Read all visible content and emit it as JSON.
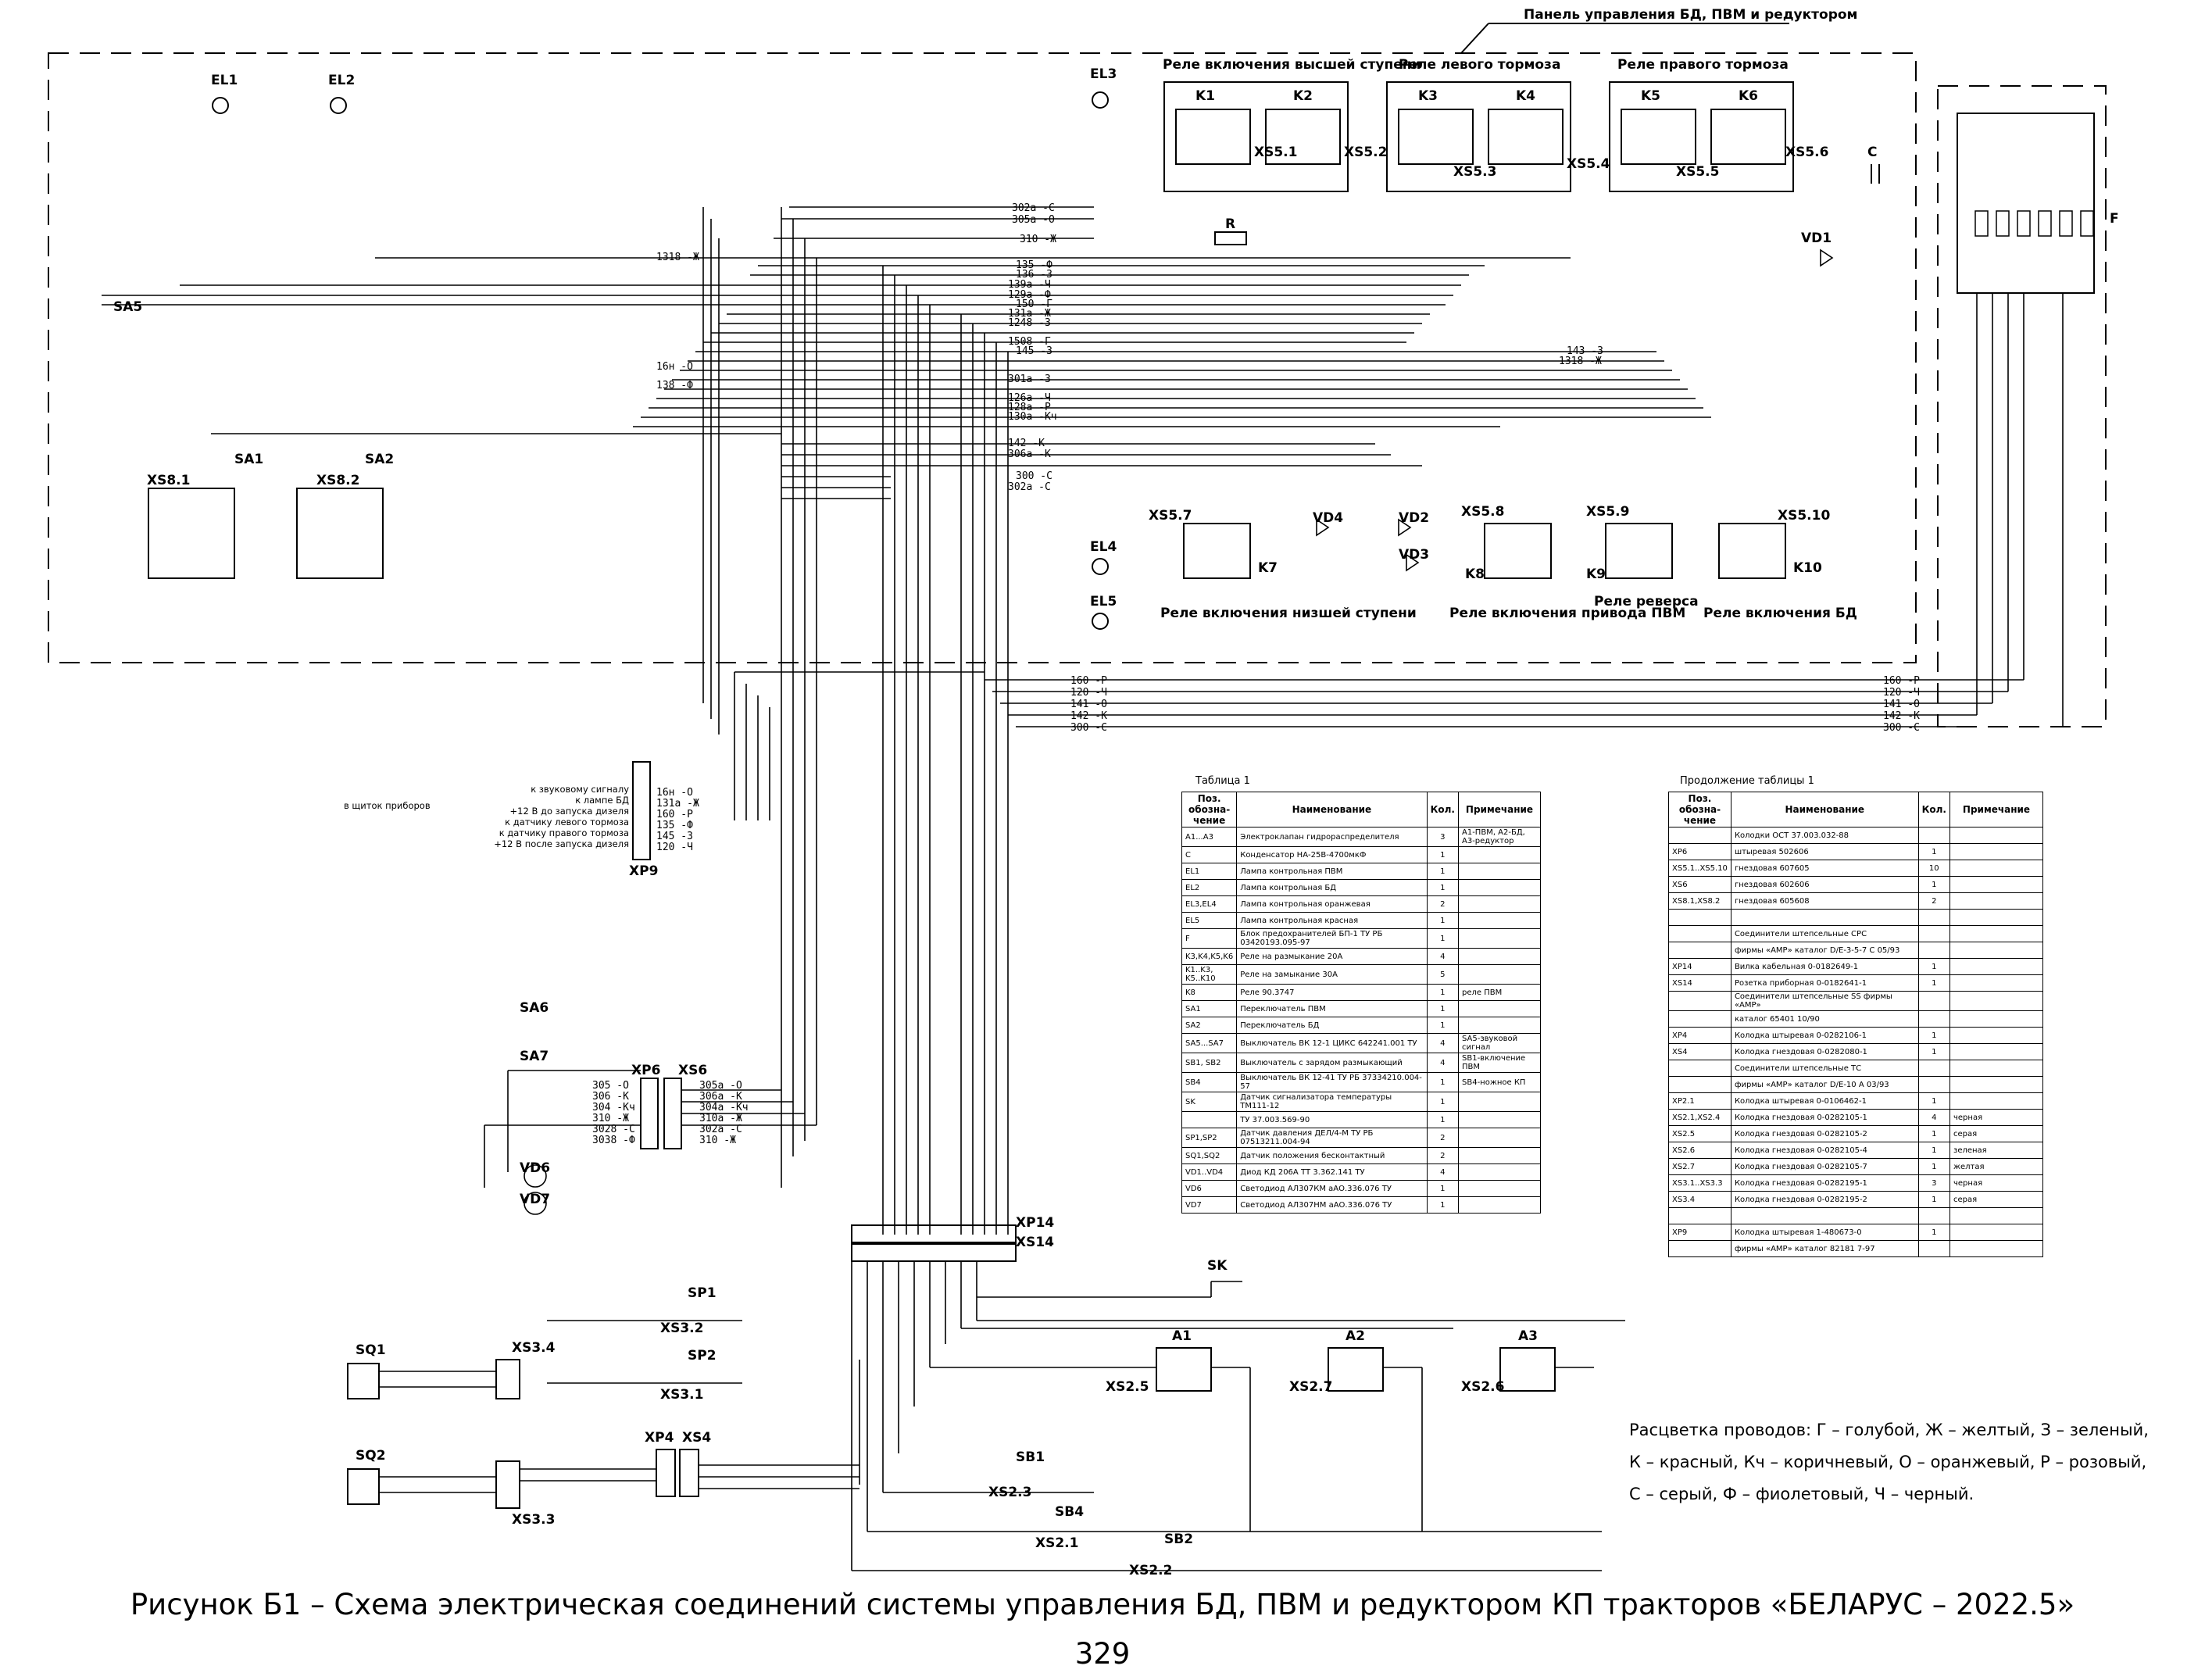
{
  "panel_title": "Панель управления БД, ПВМ и редуктором",
  "relay_groups": [
    "Реле включения высшей ступени",
    "Реле левого тормоза",
    "Реле правого тормоза"
  ],
  "relay_bottom_labels": [
    "Реле включения низшей ступени",
    "Реле включения привода ПВМ",
    "Реле реверса",
    "Реле включения БД"
  ],
  "components": {
    "lamps": [
      "EL1",
      "EL2",
      "EL3",
      "EL4",
      "EL5"
    ],
    "relays": [
      "K1",
      "K2",
      "K3",
      "K4",
      "K5",
      "K6",
      "K7",
      "K8",
      "K9",
      "K10"
    ],
    "relay_sockets": [
      "XS5.1",
      "XS5.2",
      "XS5.3",
      "XS5.4",
      "XS5.5",
      "XS5.6",
      "XS5.7",
      "XS5.8",
      "XS5.9",
      "XS5.10"
    ],
    "switches": [
      "SA1",
      "SA2",
      "SA5",
      "SA6",
      "SA7"
    ],
    "diodes": [
      "VD1",
      "VD2",
      "VD3",
      "VD4",
      "VD6",
      "VD7"
    ],
    "sensors": [
      "SP1",
      "SP2",
      "SQ1",
      "SQ2",
      "SK"
    ],
    "buttons": [
      "SB1",
      "SB2",
      "SB4"
    ],
    "amplifiers": [
      "A1",
      "A2",
      "A3"
    ],
    "connectors": [
      "XS8.1",
      "XS8.2",
      "XP9",
      "XP6",
      "XS6",
      "XP14",
      "XS14",
      "XS3.2",
      "XS3.1",
      "XS3.3",
      "XS3.4",
      "XP4",
      "XS4",
      "XS2.1",
      "XS2.2",
      "XS2.3",
      "XS2.5",
      "XS2.6",
      "XS2.7"
    ],
    "misc": [
      "R",
      "C",
      "F"
    ]
  },
  "bus_wires": [
    "302а -С",
    "305а -О",
    "310 -Ж",
    "1318 -Ж",
    "135 -Ф",
    "136 -З",
    "139а -Ч",
    "129а -Ф",
    "150 -Г",
    "131а -Ж",
    "1248 -З",
    "1508 -Г",
    "145 -З",
    "16н -О",
    "138 -Ф",
    "143 -З",
    "1318 -Ж",
    "301а -З",
    "126а -Ч",
    "128а -Р",
    "130а -Кч",
    "142 -К",
    "306а -К",
    "300 -С",
    "302а -С"
  ],
  "bottom_bus": [
    "160 -Р",
    "120 -Ч",
    "141 -О",
    "142 -К",
    "300 -С"
  ],
  "xp9_notes": [
    "к звуковому сигналу",
    "к лампе БД",
    "+12 В до запуска дизеля",
    "к датчику левого тормоза",
    "к датчику правого тормоза",
    "+12 В после запуска дизеля"
  ],
  "xp9_side": "в щиток приборов",
  "xp9_pins": [
    "16н -О",
    "131а -Ж",
    "160 -Р",
    "135 -Ф",
    "145 -З",
    "120 -Ч"
  ],
  "xs6_left": [
    "305 -О",
    "306 -К",
    "304 -Кч",
    "310 -Ж",
    "3028 -С",
    "3038 -Ф"
  ],
  "xs6_right": [
    "305а -О",
    "306а -К",
    "304а -Кч",
    "310а -Ж",
    "302а -С",
    "310 -Ж"
  ],
  "table1": {
    "title": "Таблица 1",
    "headers": [
      "Поз. обозна-чение",
      "Наименование",
      "Кол.",
      "Примечание"
    ],
    "rows": [
      [
        "A1...A3",
        "Электроклапан гидрораспределителя",
        "3",
        "A1-ПВМ, A2-БД, A3-редуктор"
      ],
      [
        "C",
        "Конденсатор НА-25В-4700мкФ",
        "1",
        ""
      ],
      [
        "EL1",
        "Лампа контрольная ПВМ",
        "1",
        ""
      ],
      [
        "EL2",
        "Лампа контрольная БД",
        "1",
        ""
      ],
      [
        "EL3,EL4",
        "Лампа контрольная оранжевая",
        "2",
        ""
      ],
      [
        "EL5",
        "Лампа контрольная красная",
        "1",
        ""
      ],
      [
        "F",
        "Блок предохранителей БП-1 ТУ РБ 03420193.095-97",
        "1",
        ""
      ],
      [
        "K3,K4,K5,K6",
        "Реле на размыкание 20А",
        "4",
        ""
      ],
      [
        "K1..K3, K5..K10",
        "Реле на замыкание 30А",
        "5",
        ""
      ],
      [
        "K8",
        "Реле 90.3747",
        "1",
        "реле ПВМ"
      ],
      [
        "SA1",
        "Переключатель ПВМ",
        "1",
        ""
      ],
      [
        "SA2",
        "Переключатель БД",
        "1",
        ""
      ],
      [
        "SA5...SA7",
        "Выключатель ВК 12-1 ЦИКС 642241.001 ТУ",
        "4",
        "SA5-звуковой сигнал"
      ],
      [
        "SB1, SB2",
        "Выключатель с зарядом размыкающий",
        "4",
        "SB1-включение ПВМ"
      ],
      [
        "SB4",
        "Выключатель ВК 12-41 ТУ РБ 37334210.004-57",
        "1",
        "SB4-ножное КП"
      ],
      [
        "SK",
        "Датчик сигнализатора температуры ТМ111-12",
        "1",
        ""
      ],
      [
        "",
        "ТУ 37.003.569-90",
        "1",
        ""
      ],
      [
        "SP1,SP2",
        "Датчик давления ДЕЛ/4-М ТУ РБ 07513211.004-94",
        "2",
        ""
      ],
      [
        "SQ1,SQ2",
        "Датчик положения бесконтактный",
        "2",
        ""
      ],
      [
        "VD1..VD4",
        "Диод КД 206А ТТ 3.362.141 ТУ",
        "4",
        ""
      ],
      [
        "VD6",
        "Светодиод АЛ307КМ аАО.336.076 ТУ",
        "1",
        ""
      ],
      [
        "VD7",
        "Светодиод АЛ307НМ аАО.336.076 ТУ",
        "1",
        ""
      ]
    ]
  },
  "table2": {
    "title": "Продолжение таблицы 1",
    "headers": [
      "Поз. обозна-чение",
      "Наименование",
      "Кол.",
      "Примечание"
    ],
    "rows": [
      [
        "",
        "Колодки ОСТ 37.003.032-88",
        "",
        ""
      ],
      [
        "XP6",
        "штыревая 502606",
        "1",
        ""
      ],
      [
        "XS5.1..XS5.10",
        "гнездовая 607605",
        "10",
        ""
      ],
      [
        "XS6",
        "гнездовая 602606",
        "1",
        ""
      ],
      [
        "XS8.1,XS8.2",
        "гнездовая 605608",
        "2",
        ""
      ],
      [
        "",
        "",
        "",
        ""
      ],
      [
        "",
        "Соединители штепсельные СРС",
        "",
        ""
      ],
      [
        "",
        "фирмы «AMP» каталог D/E-3-5-7 С 05/93",
        "",
        ""
      ],
      [
        "XP14",
        "Вилка кабельная 0-0182649-1",
        "1",
        ""
      ],
      [
        "XS14",
        "Розетка приборная 0-0182641-1",
        "1",
        ""
      ],
      [
        "",
        "Соединители штепсельные SS фирмы «AMP»",
        "",
        ""
      ],
      [
        "",
        "каталог 65401 10/90",
        "",
        ""
      ],
      [
        "XP4",
        "Колодка штыревая 0-0282106-1",
        "1",
        ""
      ],
      [
        "XS4",
        "Колодка гнездовая 0-0282080-1",
        "1",
        ""
      ],
      [
        "",
        "Соединители штепсельные ТС",
        "",
        ""
      ],
      [
        "",
        "фирмы «AMP» каталог D/E-10 A 03/93",
        "",
        ""
      ],
      [
        "XP2.1",
        "Колодка штыревая 0-0106462-1",
        "1",
        ""
      ],
      [
        "XS2.1,XS2.4",
        "Колодка гнездовая 0-0282105-1",
        "4",
        "черная"
      ],
      [
        "XS2.5",
        "Колодка гнездовая 0-0282105-2",
        "1",
        "серая"
      ],
      [
        "XS2.6",
        "Колодка гнездовая 0-0282105-4",
        "1",
        "зеленая"
      ],
      [
        "XS2.7",
        "Колодка гнездовая 0-0282105-7",
        "1",
        "желтая"
      ],
      [
        "XS3.1..XS3.3",
        "Колодка гнездовая 0-0282195-1",
        "3",
        "черная"
      ],
      [
        "XS3.4",
        "Колодка гнездовая 0-0282195-2",
        "1",
        "серая"
      ],
      [
        "",
        "",
        "",
        ""
      ],
      [
        "XP9",
        "Колодка штыревая 1-480673-0",
        "1",
        ""
      ],
      [
        "",
        "фирмы «AMP» каталог 82181 7-97",
        "",
        ""
      ]
    ]
  },
  "legend_lines": [
    "Расцветка проводов: Г – голубой, Ж – желтый, З – зеленый,",
    "К – красный, Кч – коричневый, О – оранжевый, Р – розовый,",
    "С – серый, Ф – фиолетовый, Ч – черный."
  ],
  "caption": "Рисунок Б1 – Схема электрическая соединений системы управления БД, ПВМ и редуктором КП тракторов «БЕЛАРУС – 2022.5»",
  "page_number": "329"
}
